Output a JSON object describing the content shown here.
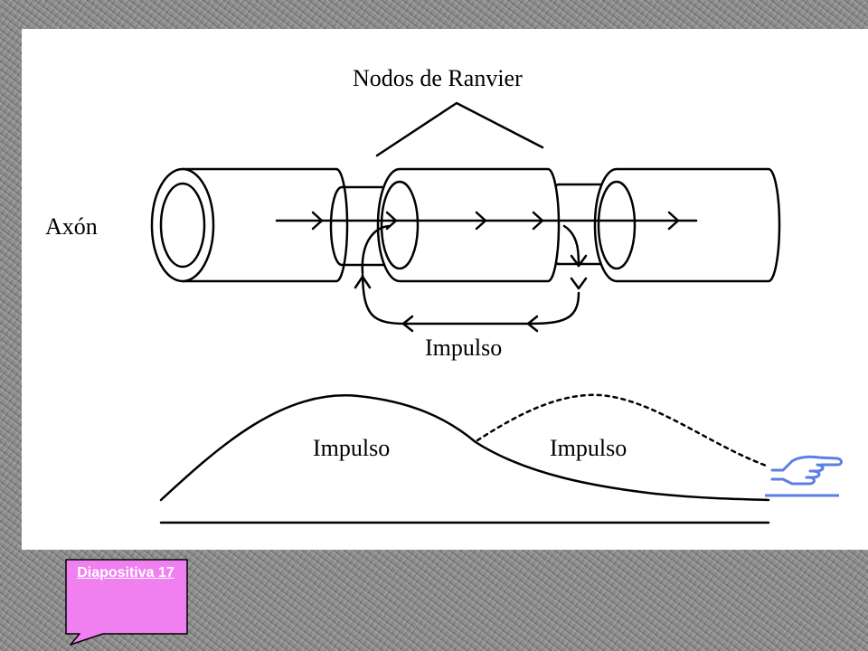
{
  "diagram": {
    "label_nodes": "Nodos de Ranvier",
    "label_axon": "Axón",
    "label_impulse_loop": "Impulso",
    "label_impulse_wave_1": "Impulso",
    "label_impulse_wave_2": "Impulso"
  },
  "nav": {
    "next_icon": "pointing-hand-icon",
    "callout_label": "Diapositiva 17",
    "callout_color": "#f07ff0"
  }
}
